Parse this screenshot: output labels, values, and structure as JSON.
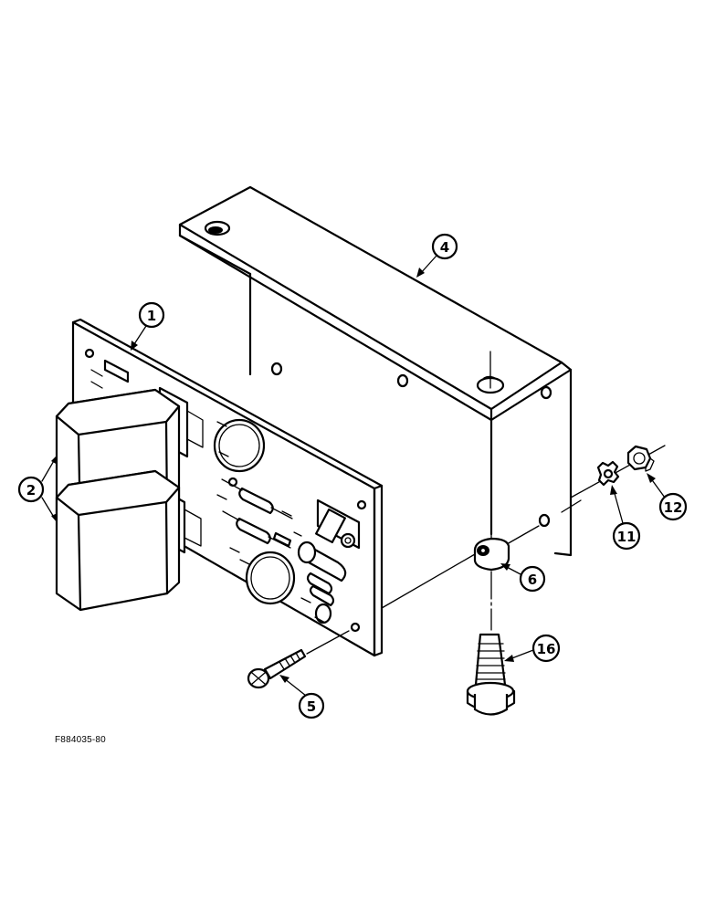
{
  "figure_id": "F884035-80",
  "callouts": [
    {
      "id": "c1",
      "label": "1"
    },
    {
      "id": "c2",
      "label": "2"
    },
    {
      "id": "c4",
      "label": "4"
    },
    {
      "id": "c5",
      "label": "5"
    },
    {
      "id": "c6",
      "label": "6"
    },
    {
      "id": "c11",
      "label": "11"
    },
    {
      "id": "c12",
      "label": "12"
    },
    {
      "id": "c16",
      "label": "16"
    }
  ]
}
